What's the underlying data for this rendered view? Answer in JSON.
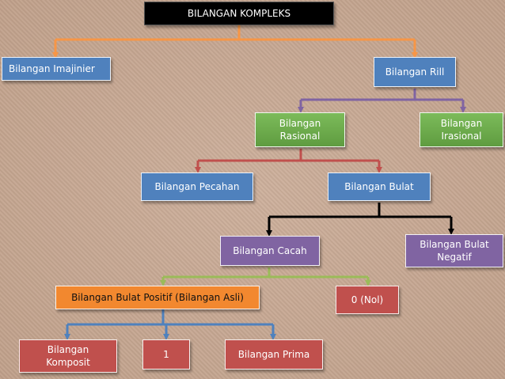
{
  "colors": {
    "orange_line": "#f79646",
    "purple_line": "#8064a2",
    "red_line": "#c0504d",
    "black_line": "#000000",
    "green_line": "#9bbb59",
    "blue_line": "#4f81bd"
  },
  "nodes": {
    "root": "BILANGAN KOMPLEKS",
    "imajinier": "Bilangan Imajinier",
    "rill": "Bilangan Rill",
    "rasional": "Bilangan\nRasional",
    "irasional": "Bilangan\nIrasional",
    "pecahan": "Bilangan Pecahan",
    "bulat": "Bilangan Bulat",
    "cacah": "Bilangan Cacah",
    "bulat_negatif": "Bilangan Bulat\nNegatif",
    "bulat_positif": "Bilangan Bulat Positif (Bilangan Asli)",
    "nol": "0 (Nol)",
    "komposit": "Bilangan\nKomposit",
    "satu": "1",
    "prima": "Bilangan Prima"
  }
}
